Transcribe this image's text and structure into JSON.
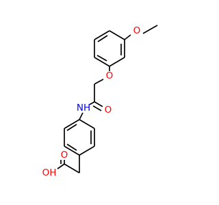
{
  "molecule": {
    "atom_labels": {
      "methoxy_o": "O",
      "ether_o": "O",
      "amide_o": "O",
      "amide_nh": "NH",
      "acid_o": "O",
      "acid_oh": "OH"
    },
    "colors": {
      "bond": "#000000",
      "oxygen": "#ff0000",
      "nitrogen": "#0000ff",
      "background": "#ffffff"
    }
  }
}
